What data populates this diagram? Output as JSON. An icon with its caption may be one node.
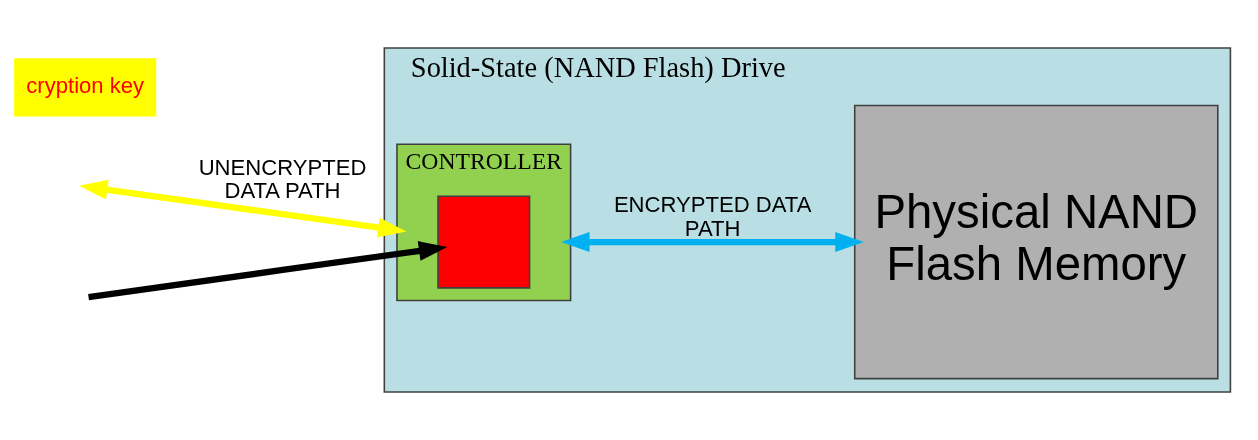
{
  "diagram": {
    "nodes": [
      {
        "text": [
          "Solid-State (NAND Flash) Drive"
        ]
      },
      {
        "text": [
          "CONTROLLER"
        ],
        "in": 0
      },
      {
        "text": [],
        "shape": "box",
        "in": 1
      },
      {
        "text": [
          "Physical NAND Flash Memory"
        ],
        "in": 0
      },
      {
        "text": [
          "cryption key"
        ]
      }
    ],
    "edges": [
      {
        "from": null,
        "to": 1,
        "arrow": "both",
        "label": "UNENCRYPTED DATA PATH",
        "color": "#ffff00"
      },
      {
        "from": 1,
        "to": 3,
        "arrow": "both",
        "label": "ENCRYPTED DATA PATH",
        "color": "#00b0f0"
      },
      {
        "from": null,
        "to": 2,
        "arrow": "to",
        "color": "#000000"
      }
    ]
  }
}
